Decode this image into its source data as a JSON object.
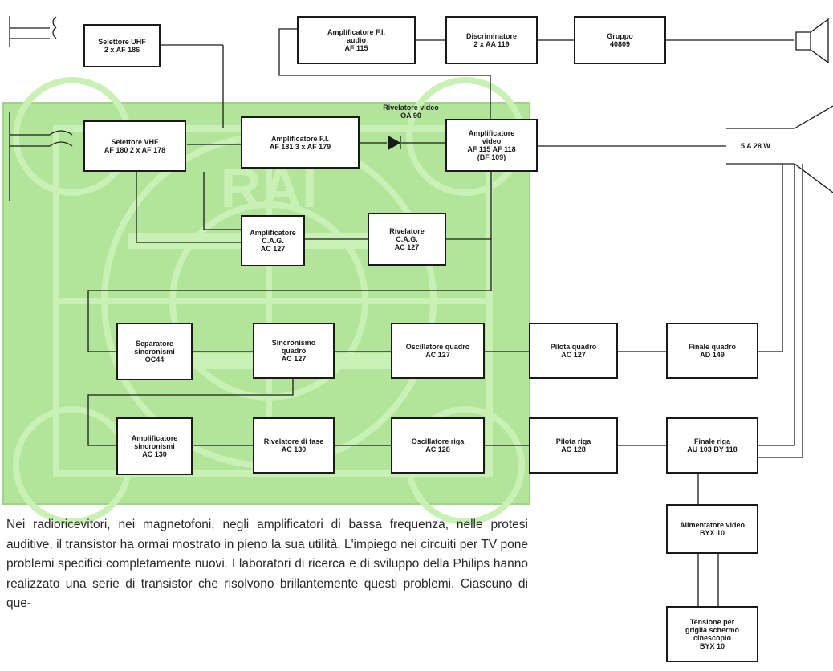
{
  "colors": {
    "test_card": "#b2e59a",
    "test_card_dark": "#a3dd89",
    "ink": "#1a1a1a",
    "card_letters": "#c9f0b5"
  },
  "test_card_logo": "RAI",
  "diagram": {
    "selettore_uhf": "Selettore UHF\n2 x AF 186",
    "selettore_vhf": "Selettore VHF\nAF 180  2 x AF 178",
    "ampl_fi_audio": "Amplificatore F.I.\naudio\nAF 115",
    "discriminatore": "Discriminatore\n2 x AA 119",
    "gruppo": "Gruppo\n40809",
    "ampl_fi": "Amplificatore F.I.\nAF 181  3 x AF 179",
    "rivelatore_video_label": "Rivelatore video\nOA 90",
    "ampl_video": "Amplificatore\nvideo\nAF 115  AF 118\n(BF 109)",
    "cinescopio": "5 A 28 W",
    "ampl_cag": "Amplificatore\nC.A.G.\nAC 127",
    "rivel_cag": "Rivelatore\nC.A.G.\nAC 127",
    "separatore": "Separatore\nsincronismi\nOC44",
    "sincronismo_quadro": "Sincronismo\nquadro\nAC 127",
    "oscillatore_quadro": "Oscillatore quadro\nAC 127",
    "pilota_quadro": "Pilota quadro\nAC 127",
    "finale_quadro": "Finale quadro\nAD 149",
    "ampl_sincronismi": "Amplificatore\nsincronismi\nAC 130",
    "rivelatore_fase": "Rivelatore di fase\nAC 130",
    "oscillatore_riga": "Oscillatore riga\nAC 128",
    "pilota_riga": "Pilota riga\nAC 128",
    "finale_riga": "Finale riga\nAU 103  BY 118",
    "alimentatore_video": "Alimentatore video\nBYX 10",
    "tensione_griglia": "Tensione per\ngriglia schermo\ncinescopio\nBYX 10"
  },
  "paragraph": "Nei radioricevitori, nei magnetofoni, negli amplificatori di bassa frequenza, nelle protesi auditive, il transistor ha ormai mostrato in pieno la sua utilità. L'impiego nei circuiti per TV pone problemi specifici completamente nuovi. I laboratori di ricerca e di sviluppo della Philips hanno realizzato una serie di transistor che risolvono brillantemente questi problemi. Ciascuno di que-"
}
